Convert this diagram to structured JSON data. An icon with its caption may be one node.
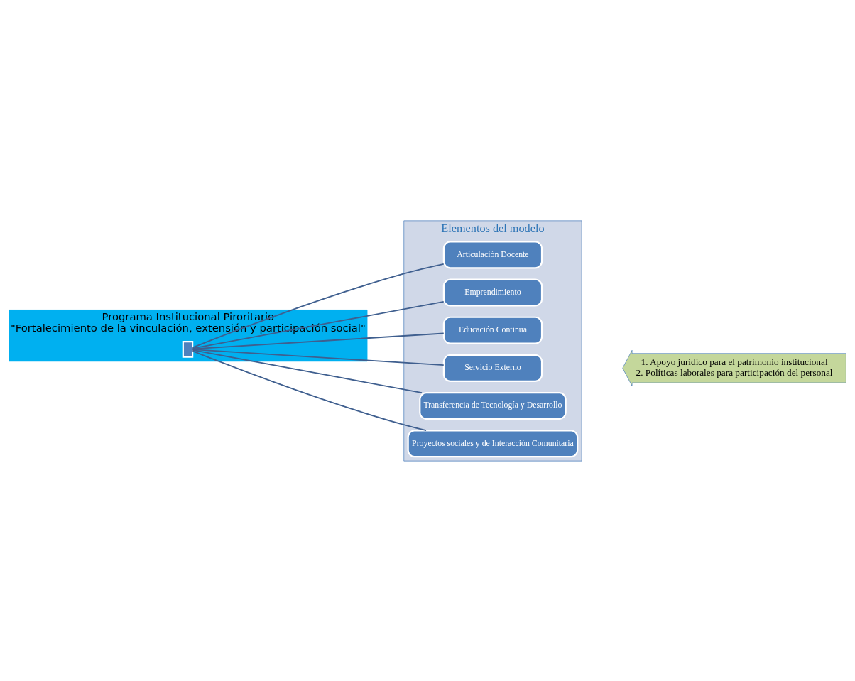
{
  "diagram": {
    "nodes": [
      {
        "text": [
          "Programa Institucional Piroritario",
          "\"Fortalecimiento de la vinculación, extensión y participación social\""
        ]
      },
      {
        "text": [],
        "shape": "box",
        "in": 0
      },
      {
        "text": [
          "Elementos del modelo"
        ]
      },
      {
        "text": [
          "Articulación Docente"
        ],
        "in": 2
      },
      {
        "text": [
          "Emprendimiento"
        ],
        "in": 2
      },
      {
        "text": [
          "Educación Continua"
        ],
        "in": 2
      },
      {
        "text": [
          "Servicio Externo"
        ],
        "in": 2
      },
      {
        "text": [
          "Transferencia de Tecnología y Desarrollo"
        ],
        "in": 2
      },
      {
        "text": [
          "Proyectos sociales y de Interacción Comunitaria"
        ],
        "in": 2
      },
      {
        "text": [
          "1. Apoyo jurídico para el patrimonio institucional",
          "2. Políticas laborales para participación del personal"
        ]
      }
    ],
    "edges": [
      {
        "from": 1,
        "to": 3,
        "arrow": "none"
      },
      {
        "from": 1,
        "to": 4,
        "arrow": "none"
      },
      {
        "from": 1,
        "to": 5,
        "arrow": "none"
      },
      {
        "from": 1,
        "to": 6,
        "arrow": "none"
      },
      {
        "from": 1,
        "to": 7,
        "arrow": "none"
      },
      {
        "from": 1,
        "to": 8,
        "arrow": "none"
      }
    ]
  }
}
